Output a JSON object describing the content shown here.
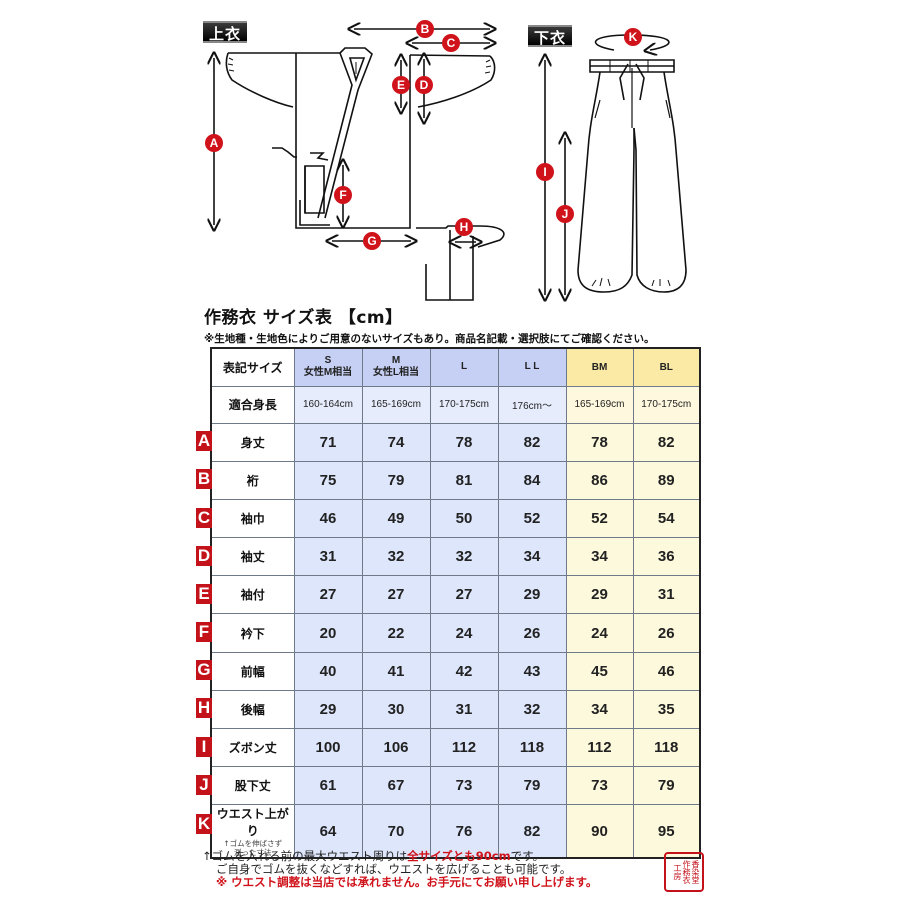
{
  "diagram": {
    "top_label": "上衣",
    "bottom_label": "下衣",
    "top_markers": [
      "A",
      "B",
      "C",
      "D",
      "E",
      "F",
      "G",
      "H"
    ],
    "bottom_markers": [
      "I",
      "J",
      "K"
    ]
  },
  "title": "作務衣 サイズ表 【cm】",
  "subtitle": "※生地種・生地色によりご用意のないサイズもあり。商品名記載・選択肢にてご確認ください。",
  "table": {
    "header": {
      "label": "表記サイズ",
      "columns": [
        {
          "size": "S",
          "note": "女性M相当",
          "group": "std"
        },
        {
          "size": "M",
          "note": "女性L相当",
          "group": "std"
        },
        {
          "size": "L",
          "note": "",
          "group": "std"
        },
        {
          "size": "L L",
          "note": "",
          "group": "std"
        },
        {
          "size": "BM",
          "note": "",
          "group": "big"
        },
        {
          "size": "BL",
          "note": "",
          "group": "big"
        }
      ]
    },
    "height_row": {
      "label": "適合身長",
      "values": [
        "160-164cm",
        "165-169cm",
        "170-175cm",
        "176cm～",
        "165-169cm",
        "170-175cm"
      ]
    },
    "rows": [
      {
        "letter": "A",
        "label": "身丈",
        "values": [
          "71",
          "74",
          "78",
          "82",
          "78",
          "82"
        ]
      },
      {
        "letter": "B",
        "label": "裄",
        "values": [
          "75",
          "79",
          "81",
          "84",
          "86",
          "89"
        ]
      },
      {
        "letter": "C",
        "label": "袖巾",
        "values": [
          "46",
          "49",
          "50",
          "52",
          "52",
          "54"
        ]
      },
      {
        "letter": "D",
        "label": "袖丈",
        "values": [
          "31",
          "32",
          "32",
          "34",
          "34",
          "36"
        ]
      },
      {
        "letter": "E",
        "label": "袖付",
        "values": [
          "27",
          "27",
          "27",
          "29",
          "29",
          "31"
        ]
      },
      {
        "letter": "F",
        "label": "衿下",
        "values": [
          "20",
          "22",
          "24",
          "26",
          "24",
          "26"
        ]
      },
      {
        "letter": "G",
        "label": "前幅",
        "values": [
          "40",
          "41",
          "42",
          "43",
          "45",
          "46"
        ]
      },
      {
        "letter": "H",
        "label": "後幅",
        "values": [
          "29",
          "30",
          "31",
          "32",
          "34",
          "35"
        ]
      },
      {
        "letter": "I",
        "label": "ズボン丈",
        "values": [
          "100",
          "106",
          "112",
          "118",
          "112",
          "118"
        ]
      },
      {
        "letter": "J",
        "label": "股下丈",
        "values": [
          "61",
          "67",
          "73",
          "79",
          "73",
          "79"
        ]
      },
      {
        "letter": "K",
        "label": "ウエスト上がり",
        "sublabel1": "↑ゴムを伸ばさず",
        "sublabel2": "測った寸法",
        "values": [
          "64",
          "70",
          "76",
          "82",
          "90",
          "95"
        ]
      }
    ]
  },
  "notes": {
    "line1_pre": "↑ゴムを入れる前の最大ウエスト周りは",
    "line1_red": "全サイズとも90cm",
    "line1_post": "です。",
    "line2": "ご自身でゴムを抜くなどすれば、ウエストを広げることも可能です。",
    "line3": "※ ウエスト調整は当店では承れません。お手元にてお願い申し上げます。"
  },
  "seal": {
    "text": "香染堂 作務衣 工房"
  },
  "colors": {
    "accent_red": "#d0121b",
    "std_header": "#c6d0f4",
    "std_cell": "#dde6fb",
    "big_header": "#fbeaa6",
    "big_cell": "#fdf9dc"
  }
}
